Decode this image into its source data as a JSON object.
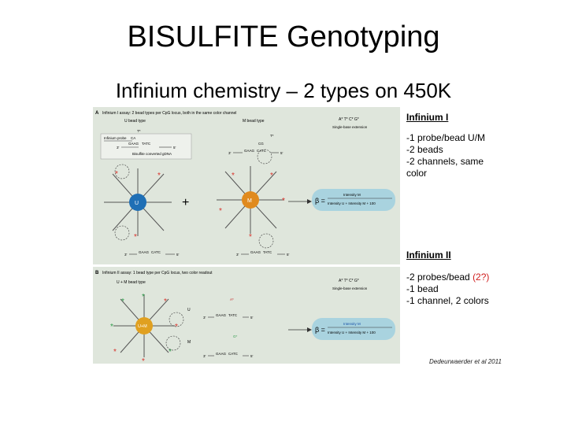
{
  "slide": {
    "title": "BISULFITE Genotyping",
    "subtitle": "Infinium chemistry – 2 types on 450K",
    "citation": "Dedeurwaerder et al 2011"
  },
  "infinium1": {
    "heading": "Infinium I",
    "lines": [
      "-1 probe/bead U/M",
      "-2 beads",
      "-2 channels, same",
      "color"
    ]
  },
  "infinium2": {
    "heading": "Infinium II",
    "line1_prefix": "-2 probes/bead ",
    "line1_red": "(2?)",
    "line2": "-1 bead",
    "line3": "-1 channel, 2 colors"
  },
  "figure": {
    "panel_a": {
      "letter": "A",
      "caption": "Infinium I assay: 2 bead types per CpG locus, both in the same color channel",
      "u_type": "U bead type",
      "m_type": "M bead type",
      "probe_label": "Infinium probe",
      "gdna_label": "Bisulfite converted gDNA",
      "seq": "GAAG",
      "seq_tail": "TATC",
      "seq_tail_m": "CATC",
      "three": "3'",
      "five": "5'",
      "ca": "CA",
      "cg": "CG",
      "t_star": "T*",
      "bases": "A* T* C* G*",
      "sbe": "Single-base extension",
      "bead_u": "U",
      "bead_m": "M",
      "plus": "+",
      "beta_num": "Intensity M",
      "beta_den": "Intensity U + Intensity M + 100",
      "beta": "β ="
    },
    "panel_b": {
      "letter": "B",
      "caption": "Infinium II assay: 1 bead type per CpG locus, two color readout",
      "bead_type": "U + M bead type",
      "bead_label": "U+M",
      "u": "U",
      "m": "M",
      "a_star": "A*",
      "g_star": "G*",
      "bases": "A* T* C* G*",
      "sbe": "Single-base extension",
      "seq": "GAAG",
      "seq_tail": "TATC",
      "seq_tail_m": "CATC",
      "beta_num": "Intensity M",
      "beta_den": "Intensity U + Intensity M + 100",
      "beta": "β ="
    },
    "colors": {
      "panel_bg": "#dfe6dc",
      "bead_u": "#1f6fb5",
      "bead_m": "#e08a1e",
      "bead_um": "#e0a020",
      "beta_box": "#a9d3df",
      "star_red": "#d8322a",
      "star_green": "#2e9a4a",
      "accent_red": "#c81e1e",
      "accent_blue": "#1a53a8"
    }
  }
}
